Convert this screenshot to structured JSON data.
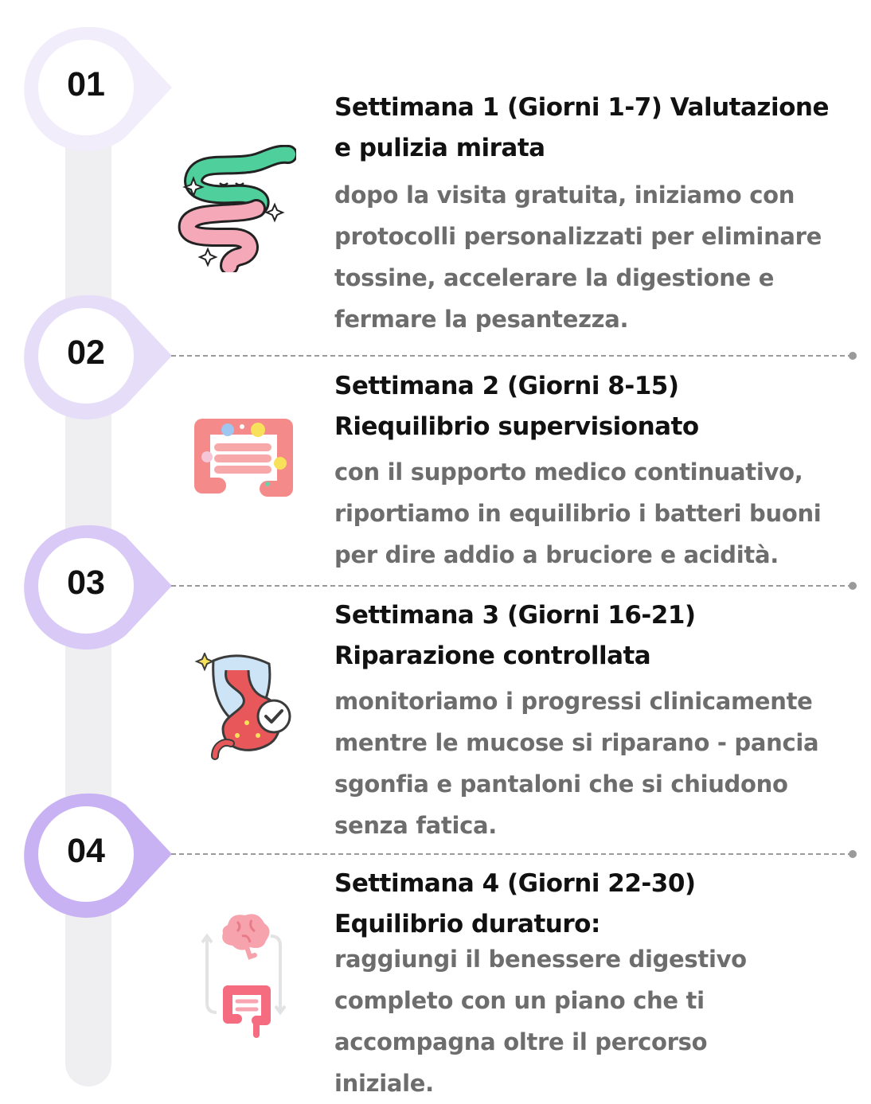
{
  "steps": [
    {
      "number": "01",
      "title": "Settimana 1 (Giorni 1-7) Valutazione e pulizia mirata",
      "description": "dopo la visita gratuita, iniziamo con protocolli personalizzati per eliminare tossine, accelerare la digestione e fermare la pesantezza.",
      "icon": "intestine-icon",
      "badge_color": "#f1edfb"
    },
    {
      "number": "02",
      "title": "Settimana 2 (Giorni 8-15) Riequilibrio supervisionato",
      "description": "con il supporto medico continuativo, riportiamo in equilibrio i batteri buoni per dire addio a bruciore e acidità.",
      "icon": "gut-bacteria-icon",
      "badge_color": "#e6ddf8"
    },
    {
      "number": "03",
      "title": "Settimana 3 (Giorni 16-21) Riparazione controllata",
      "description": "monitoriamo i progressi clinicamente mentre le mucose si riparano - pancia sgonfia e pantaloni che si chiudono senza fatica.",
      "icon": "stomach-shield-icon",
      "badge_color": "#d9c9f6"
    },
    {
      "number": "04",
      "title": "Settimana 4 (Giorni 22-30) Equilibrio duraturo:",
      "description": "raggiungi il benessere digestivo completo con un piano che ti accompagna oltre il percorso iniziale.",
      "icon": "brain-gut-cycle-icon",
      "badge_color": "#c8b2f3"
    }
  ]
}
